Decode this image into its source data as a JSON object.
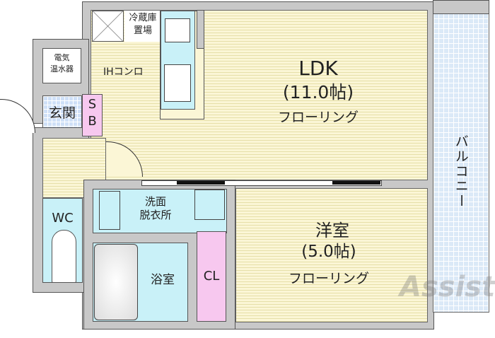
{
  "rooms": {
    "ldk": {
      "name": "LDK",
      "size": "(11.0帖)",
      "floor": "フローリング"
    },
    "western": {
      "name": "洋室",
      "size": "(5.0帖)",
      "floor": "フローリング"
    },
    "balcony": "バルコニー",
    "washroom": "洗面\n脱衣所",
    "washroom_l1": "洗面",
    "washroom_l2": "脱衣所",
    "bath": "浴室",
    "closet": "CL",
    "wc": "WC",
    "entrance": "玄関",
    "shoe_box": "S\nB",
    "sb_l1": "S",
    "sb_l2": "B",
    "fridge_l1": "冷蔵庫",
    "fridge_l2": "置場",
    "heater_l1": "電気",
    "heater_l2": "温水器",
    "stove": "IHコンロ"
  },
  "watermark": "Assist"
}
